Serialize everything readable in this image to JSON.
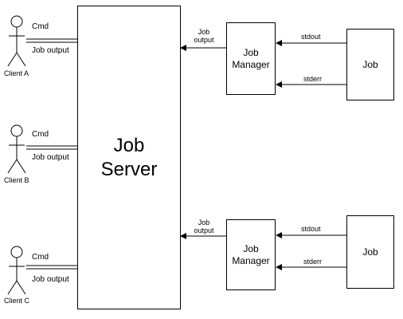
{
  "server": {
    "label_line1": "Job",
    "label_line2": "Server"
  },
  "clients": [
    {
      "name": "Client A",
      "cmd": "Cmd",
      "output": "Job output"
    },
    {
      "name": "Client B",
      "cmd": "Cmd",
      "output": "Job output"
    },
    {
      "name": "Client C",
      "cmd": "Cmd",
      "output": "Job output"
    }
  ],
  "managers": [
    {
      "label_line1": "Job",
      "label_line2": "Manager",
      "output_line1": "Job",
      "output_line2": "output",
      "stdout": "stdout",
      "stderr": "stderr",
      "job": "Job"
    },
    {
      "label_line1": "Job",
      "label_line2": "Manager",
      "output_line1": "Job",
      "output_line2": "output",
      "stdout": "stdout",
      "stderr": "stderr",
      "job": "Job"
    }
  ]
}
